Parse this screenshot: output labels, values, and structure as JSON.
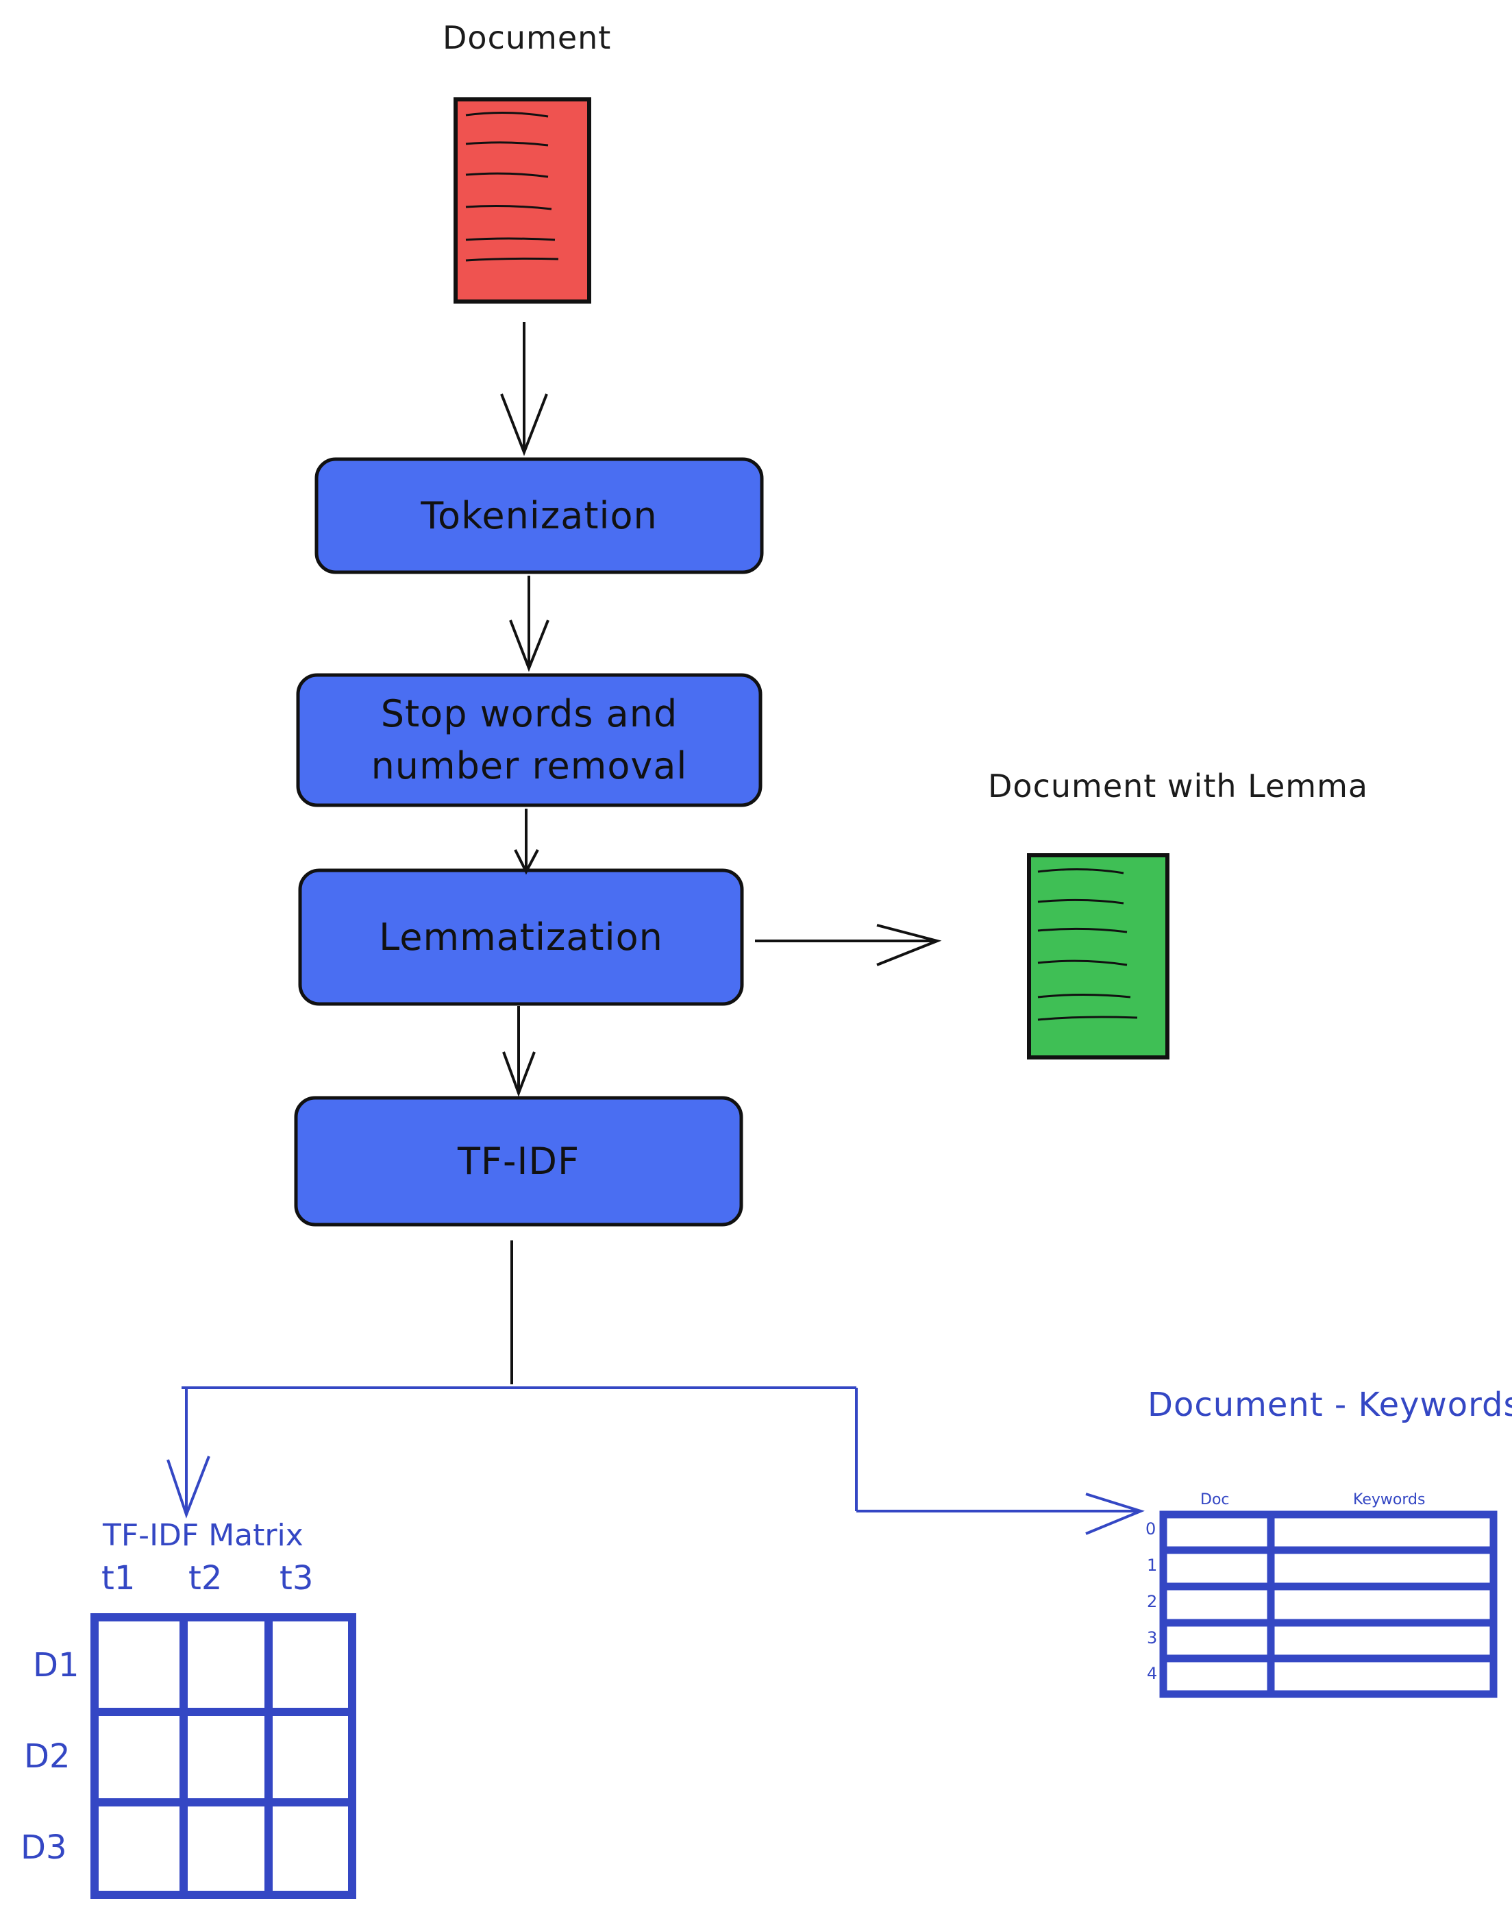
{
  "source_doc": {
    "title": "Document",
    "color": "#ef5350"
  },
  "stages": [
    {
      "label": "Tokenization"
    },
    {
      "label": "Stop words and\nnumber removal"
    },
    {
      "label": "Lemmatization"
    },
    {
      "label": "TF-IDF"
    }
  ],
  "stage_color": "#4a6ef2",
  "lemma_doc": {
    "title": "Document with Lemma",
    "color": "#3fbf55"
  },
  "tfidf_matrix": {
    "title": "TF-IDF Matrix",
    "columns": [
      "t1",
      "t2",
      "t3"
    ],
    "rows": [
      "D1",
      "D2",
      "D3"
    ]
  },
  "keywords_table": {
    "title": "Document - Keywords",
    "columns": [
      "Doc",
      "Keywords"
    ],
    "row_indices": [
      "0",
      "1",
      "2",
      "3",
      "4"
    ]
  },
  "ink_blue": "#3447c4"
}
